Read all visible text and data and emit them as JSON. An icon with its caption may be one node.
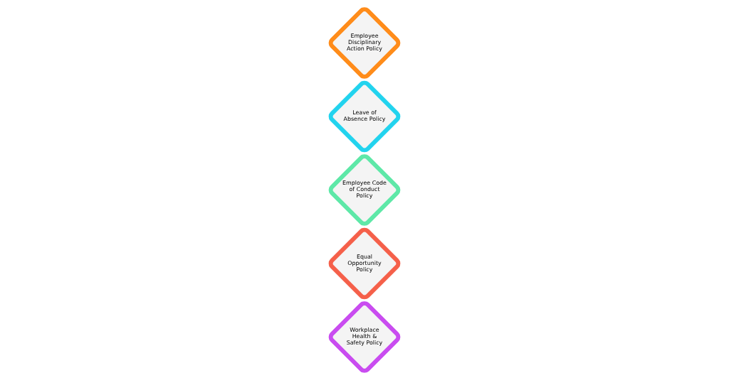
{
  "diagram": {
    "nodes": [
      {
        "text": [
          "Workplace Health & Safety Policy"
        ]
      },
      {
        "text": [
          "Employee Code of Conduct Policy"
        ]
      },
      {
        "text": [
          "Employee Disciplinary Action Policy"
        ]
      },
      {
        "text": [
          "Equal Opportunity Policy"
        ]
      },
      {
        "text": [
          "Leave of Absence Policy"
        ]
      }
    ],
    "edges": []
  }
}
